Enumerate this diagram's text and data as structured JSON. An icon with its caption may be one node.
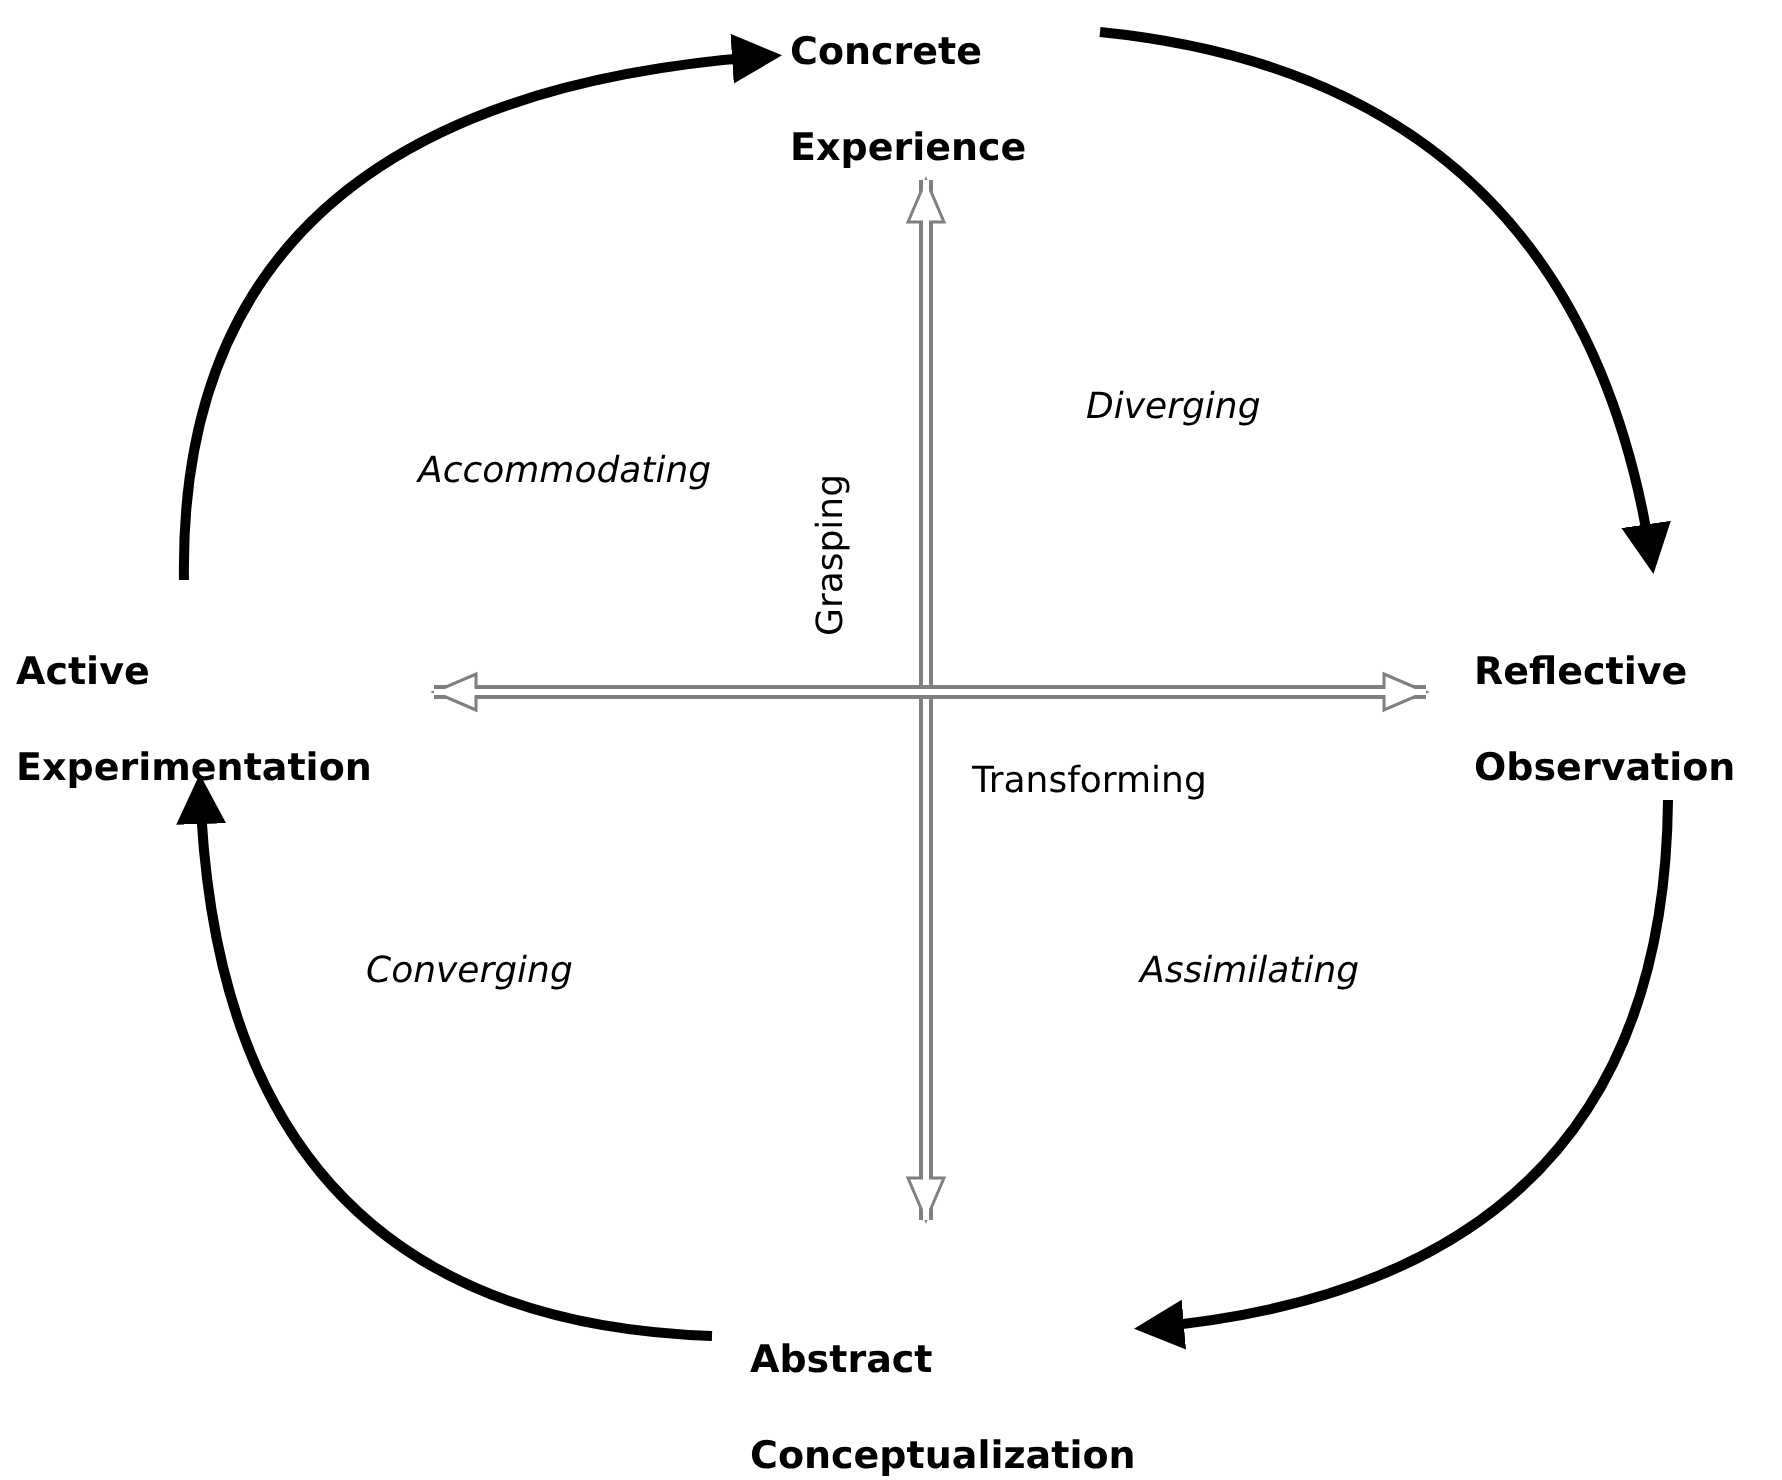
{
  "diagram": {
    "nodes": [
      {
        "text": [
          "Concrete Experience"
        ]
      },
      {
        "text": [
          "Reflective Observation"
        ]
      },
      {
        "text": [
          "Abstract Conceptualization"
        ]
      },
      {
        "text": [
          "Active Experimentation"
        ]
      }
    ],
    "edges": [
      {
        "from": 0,
        "to": 1,
        "arrow": "to"
      },
      {
        "from": 1,
        "to": 2,
        "arrow": "to"
      },
      {
        "from": 2,
        "to": 3,
        "arrow": "to"
      },
      {
        "from": 3,
        "to": 0,
        "arrow": "to"
      },
      {
        "from": 0,
        "to": 2,
        "arrow": "both",
        "color": "#7f7f7f"
      },
      {
        "from": 3,
        "to": 1,
        "arrow": "both",
        "color": "#7f7f7f"
      }
    ],
    "labels": [
      "Diverging",
      "Accommodating",
      "Grasping",
      "Transforming",
      "Converging",
      "Assimilating"
    ]
  }
}
